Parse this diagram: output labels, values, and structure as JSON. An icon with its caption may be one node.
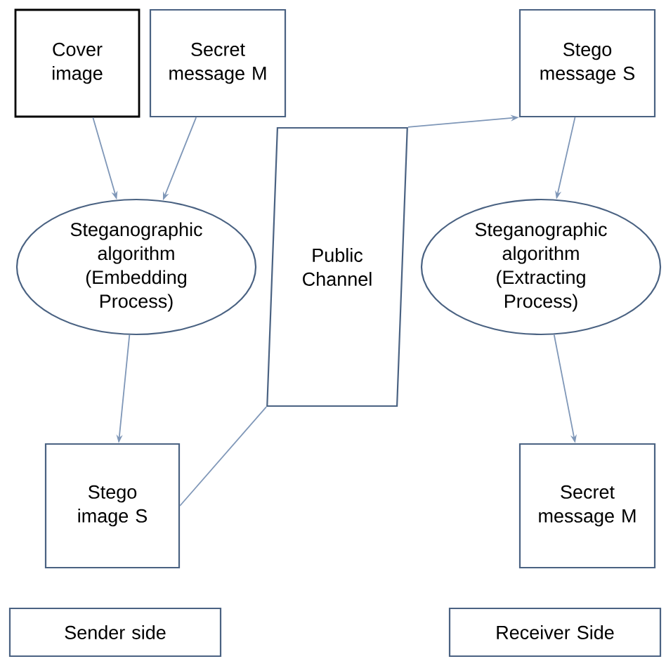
{
  "diagram": {
    "nodes": [
      {
        "text": [
          "Cover image"
        ]
      },
      {
        "text": [
          "Secret message M"
        ]
      },
      {
        "text": [
          "Steganographic algorithm (Embedding Process)"
        ]
      },
      {
        "text": [
          "Stego image S"
        ]
      },
      {
        "text": [
          "Public Channel"
        ]
      },
      {
        "text": [
          "Stego message S"
        ]
      },
      {
        "text": [
          "Steganographic algorithm (Extracting Process)"
        ]
      },
      {
        "text": [
          "Secret message M"
        ]
      },
      {
        "text": [
          "Sender side"
        ]
      },
      {
        "text": [
          "Receiver Side"
        ]
      }
    ],
    "edges": [
      {
        "from": 0,
        "to": 2,
        "arrow": "to"
      },
      {
        "from": 1,
        "to": 2,
        "arrow": "to"
      },
      {
        "from": 2,
        "to": 3,
        "arrow": "to"
      },
      {
        "from": 3,
        "to": 4,
        "arrow": "none"
      },
      {
        "from": 4,
        "to": 5,
        "arrow": "to"
      },
      {
        "from": 5,
        "to": 6,
        "arrow": "to"
      },
      {
        "from": 6,
        "to": 7,
        "arrow": "to"
      }
    ]
  }
}
